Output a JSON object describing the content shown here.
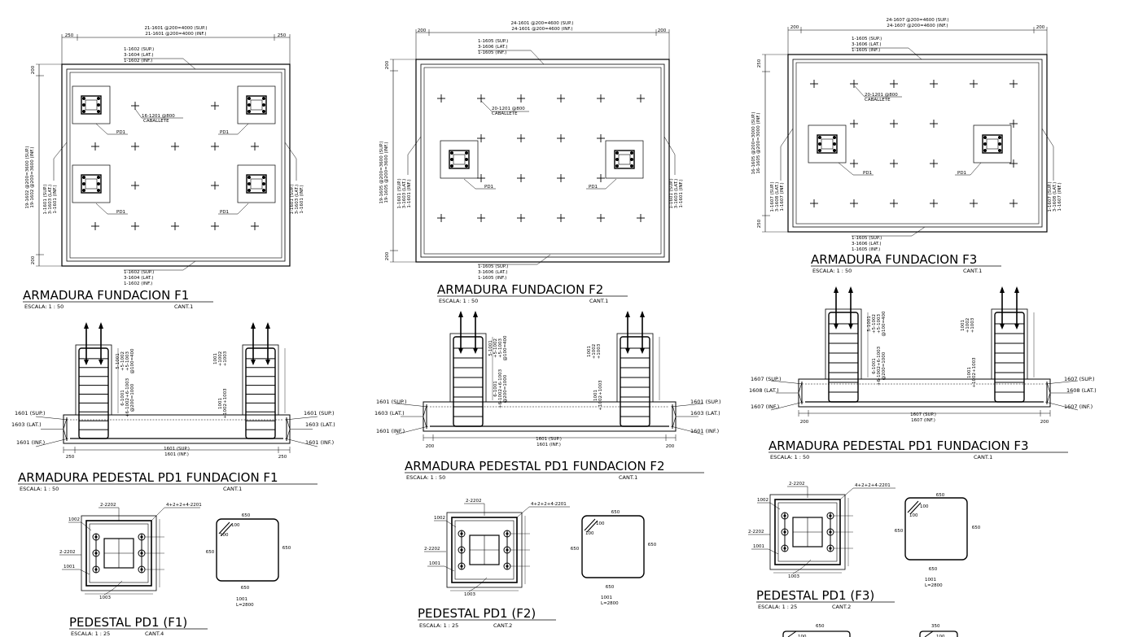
{
  "colors": {
    "ink": "#000000",
    "paper": "#ffffff"
  },
  "f1": {
    "title": "ARMADURA FUNDACION F1",
    "scale": "ESCALA:  1 : 50",
    "cant": "CANT.1",
    "top1": "21-1601 @200=4000 (SUP.)",
    "top2": "21-1601 @200=4000 (INF.)",
    "dim_l": "250",
    "dim_r": "250",
    "dim_t": "200",
    "dim_b": "200",
    "perim_top": [
      "1-1602 (SUP.)",
      "3-1604 (LAT.)",
      "1-1602 (INF.)"
    ],
    "perim_bot": [
      "1-1602 (SUP.)",
      "3-1604 (LAT.)",
      "1-1602 (INF.)"
    ],
    "left_v": "19-1602 @200=3600 (SUP.)",
    "left_v2": "19-1602 @200=3600 (INF.)",
    "left_side": [
      "1-1601 (SUP.)",
      "3-1603 (LAT.)",
      "1-1601 (INF.)"
    ],
    "right_side": [
      "1-1601 (SUP.)",
      "3-1603 (LAT.)",
      "1-1601 (INF.)"
    ],
    "cab1": "16-1201 @800",
    "cab2": "CABALLETE",
    "pd": "PD1"
  },
  "f2": {
    "title": "ARMADURA FUNDACION F2",
    "scale": "ESCALA:  1 : 50",
    "cant": "CANT.1",
    "top1": "24-1601 @200=4600 (SUP.)",
    "top2": "24-1601 @200=4600 (INF.)",
    "dim_l": "200",
    "dim_r": "200",
    "dim_t": "200",
    "dim_b": "200",
    "perim_top": [
      "1-1605 (SUP.)",
      "3-1606 (LAT.)",
      "1-1605 (INF.)"
    ],
    "perim_bot": [
      "1-1605 (SUP.)",
      "3-1606 (LAT.)",
      "1-1605 (INF.)"
    ],
    "left_v": "19-1605 @200=3600 (SUP.)",
    "left_v2": "19-1605 @200=3600 (INF.)",
    "left_side": [
      "1-1601 (SUP.)",
      "3-1603 (LAT.)",
      "1-1601 (INF.)"
    ],
    "right_side": [
      "1-1601 (SUP.)",
      "3-1603 (LAT.)",
      "1-1601 (INF.)"
    ],
    "cab1": "20-1201 @800",
    "cab2": "CABALLETE",
    "pd": "PD1"
  },
  "f3": {
    "title": "ARMADURA FUNDACION F3",
    "scale": "ESCALA:  1 : 50",
    "cant": "CANT.1",
    "top1": "24-1607 @200=4600 (SUP.)",
    "top2": "24-1607 @200=4600 (INF.)",
    "dim_l": "200",
    "dim_r": "200",
    "dim_t": "250",
    "dim_b": "250",
    "perim_top": [
      "1-1605 (SUP.)",
      "3-1606 (LAT.)",
      "1-1605 (INF.)"
    ],
    "perim_bot": [
      "1-1605 (SUP.)",
      "3-1606 (LAT.)",
      "1-1605 (INF.)"
    ],
    "left_v": "16-1605 @200=3000 (SUP.)",
    "left_v2": "16-1605 @200=3000 (INF.)",
    "left_side": [
      "1-1607 (SUP.)",
      "3-1608 (LAT.)",
      "1-1607 (INF.)"
    ],
    "right_side": [
      "1-1607 (SUP.)",
      "3-1608 (LAT.)",
      "1-1607 (INF.)"
    ],
    "cab1": "20-1201 @800",
    "cab2": "CABALLETE",
    "pd": "PD1"
  },
  "p1": {
    "title": "ARMADURA PEDESTAL PD1 FUNDACION F1",
    "scale": "ESCALA:  1 : 50",
    "cant": "CANT.1",
    "l_sup": "1601 (SUP.)",
    "l_lat": "1603  (LAT.)",
    "l_inf": "1601 (INF.)",
    "r_sup": "1601 (SUP.)",
    "r_lat": "1603  (LAT.)",
    "r_inf": "1601 (INF.)",
    "b1": "1601 (SUP.)",
    "b2": "1601 (INF.)",
    "d1": "250",
    "d2": "250",
    "lbl_a": [
      "5-1001",
      "+5-1002",
      "+5-1003",
      "@100=400"
    ],
    "lbl_b": [
      "6-1001",
      "+6-1002+6-1003",
      "@200=1000"
    ],
    "lbl_c": [
      "1001",
      "+1002",
      "+1003"
    ],
    "lbl_d": [
      "1001",
      "+1002+1003"
    ]
  },
  "p2": {
    "title": "ARMADURA PEDESTAL PD1 FUNDACION F2",
    "scale": "ESCALA:  1 : 50",
    "cant": "CANT.1",
    "l_sup": "1601 (SUP.)",
    "l_lat": "1603  (LAT.)",
    "l_inf": "1601 (INF.)",
    "r_sup": "1601 (SUP.)",
    "r_lat": "1603  (LAT.)",
    "r_inf": "1601 (INF.)",
    "b1": "1601 (SUP.)",
    "b2": "1601 (INF.)",
    "d1": "200",
    "d2": "200",
    "lbl_a": [
      "5-1001",
      "+5-1002",
      "+5-1003",
      "@100=400"
    ],
    "lbl_b": [
      "6-1001",
      "+6-1002+6-1003",
      "@200=1000"
    ],
    "lbl_c": [
      "1001",
      "+1002",
      "+1003"
    ],
    "lbl_d": [
      "1001",
      "+1002+1003"
    ]
  },
  "p3": {
    "title": "ARMADURA PEDESTAL PD1 FUNDACION F3",
    "scale": "ESCALA:  1 : 50",
    "cant": "CANT.1",
    "l_sup": "1607 (SUP.)",
    "l_lat": "1608  (LAT.)",
    "l_inf": "1607 (INF.)",
    "r_sup": "1607 (SUP.)",
    "r_lat": "1608  (LAT.)",
    "r_inf": "1607 (INF.)",
    "b1": "1607 (SUP.)",
    "b2": "1607 (INF.)",
    "d1": "200",
    "d2": "200",
    "lbl_a": [
      "5-1001",
      "+5-1002",
      "+5-1003",
      "@100=400"
    ],
    "lbl_b": [
      "6-1001",
      "+6-1002+6-1003",
      "@200=1000"
    ],
    "lbl_c": [
      "1001",
      "+1002",
      "+1003"
    ],
    "lbl_d": [
      "1001",
      "+1002+1003"
    ]
  },
  "s1": {
    "title": "PEDESTAL PD1 (F1)",
    "scale": "ESCALA:  1 : 25",
    "cant": "CANT.4",
    "a": "2-2202",
    "b": "4+2+2+4-2201",
    "c": "1002",
    "d": "2-2202",
    "e": "1001",
    "f": "1003",
    "w_top": "650",
    "w_right": "650",
    "w_left": "650",
    "w_bot": "650",
    "hook": "100",
    "hook2": "100",
    "bar": "1001",
    "len": "L=2800"
  },
  "s2": {
    "title": "PEDESTAL PD1 (F2)",
    "scale": "ESCALA:  1 : 25",
    "cant": "CANT.2",
    "a": "2-2202",
    "b": "4+2+2+4-2201",
    "c": "1002",
    "d": "2-2202",
    "e": "1001",
    "f": "1003",
    "w_top": "650",
    "w_right": "650",
    "w_left": "650",
    "w_bot": "650",
    "hook": "100",
    "hook2": "100",
    "bar": "1001",
    "len": "L=2800"
  },
  "s3": {
    "title": "PEDESTAL PD1 (F3)",
    "scale": "ESCALA:  1 : 25",
    "cant": "CANT.2",
    "a": "2-2202",
    "b": "4+2+2+4-2201",
    "c": "1002",
    "d": "2-2202",
    "e": "1001",
    "f": "1003",
    "w_top": "650",
    "w_right": "650",
    "w_left": "650",
    "w_bot": "650",
    "hook": "100",
    "hook2": "100",
    "bar": "1001",
    "len": "L=2800"
  },
  "partial": {
    "a": "650",
    "b": "100",
    "c": "350",
    "d": "100"
  }
}
